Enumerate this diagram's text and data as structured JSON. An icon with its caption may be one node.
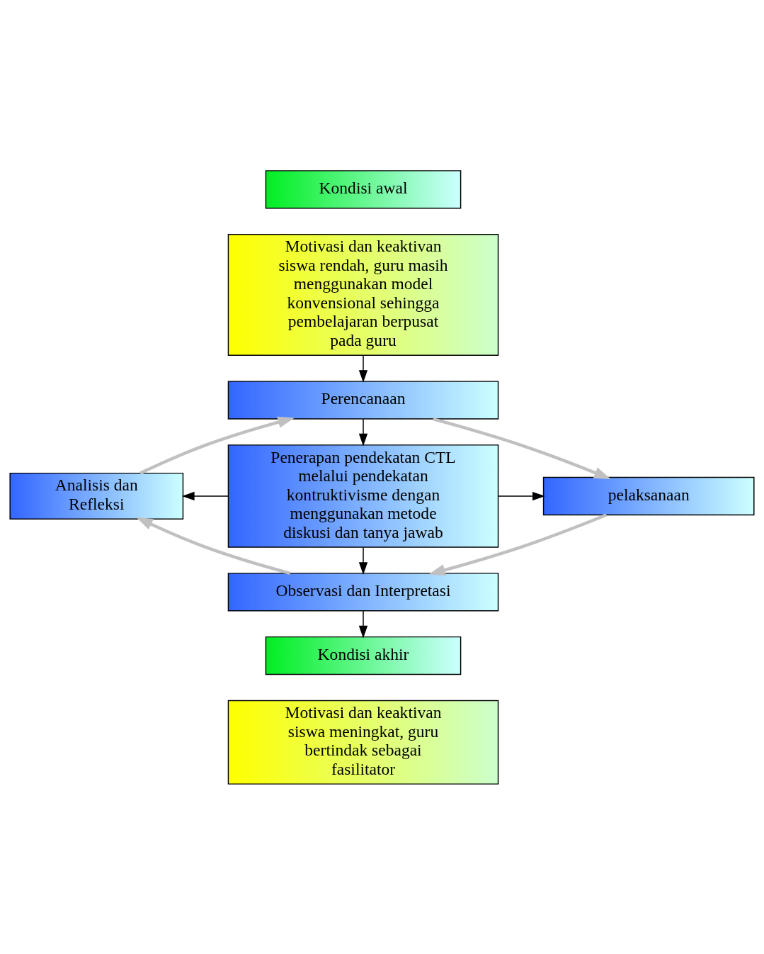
{
  "diagram": {
    "nodes": [
      {
        "text": [
          "Kondisi awal"
        ]
      },
      {
        "text": [
          "Motivasi dan keaktivan siswa rendah, guru masih menggunakan model  konvensional sehingga pembelajaran berpusat pada guru"
        ]
      },
      {
        "text": [
          "Perencanaan"
        ]
      },
      {
        "text": [
          "Penerapan pendekatan CTL melalui pendekatan kontruktivisme dengan menggunakan metode diskusi dan tanya jawab"
        ]
      },
      {
        "text": [
          "Analisis dan Refleksi"
        ]
      },
      {
        "text": [
          "pelaksanaan"
        ]
      },
      {
        "text": [
          "Observasi dan Interpretasi"
        ]
      },
      {
        "text": [
          "Kondisi akhir"
        ]
      },
      {
        "text": [
          "Motivasi dan keaktivan siswa meningkat, guru bertindak sebagai fasilitator"
        ]
      }
    ],
    "edges": [
      {
        "from": 1,
        "to": 2,
        "arrow": "to"
      },
      {
        "from": 2,
        "to": 3,
        "arrow": "to"
      },
      {
        "from": 3,
        "to": 4,
        "arrow": "to"
      },
      {
        "from": 3,
        "to": 5,
        "arrow": "to"
      },
      {
        "from": 3,
        "to": 6,
        "arrow": "to"
      },
      {
        "from": 6,
        "to": 7,
        "arrow": "to"
      },
      {
        "from": 2,
        "to": 5,
        "arrow": "to",
        "style": "thick",
        "color": "#c0c0c0"
      },
      {
        "from": 5,
        "to": 6,
        "arrow": "to",
        "style": "thick",
        "color": "#c0c0c0"
      },
      {
        "from": 6,
        "to": 4,
        "arrow": "to",
        "style": "thick",
        "color": "#c0c0c0"
      },
      {
        "from": 4,
        "to": 2,
        "arrow": "to",
        "style": "thick",
        "color": "#c0c0c0"
      }
    ]
  }
}
